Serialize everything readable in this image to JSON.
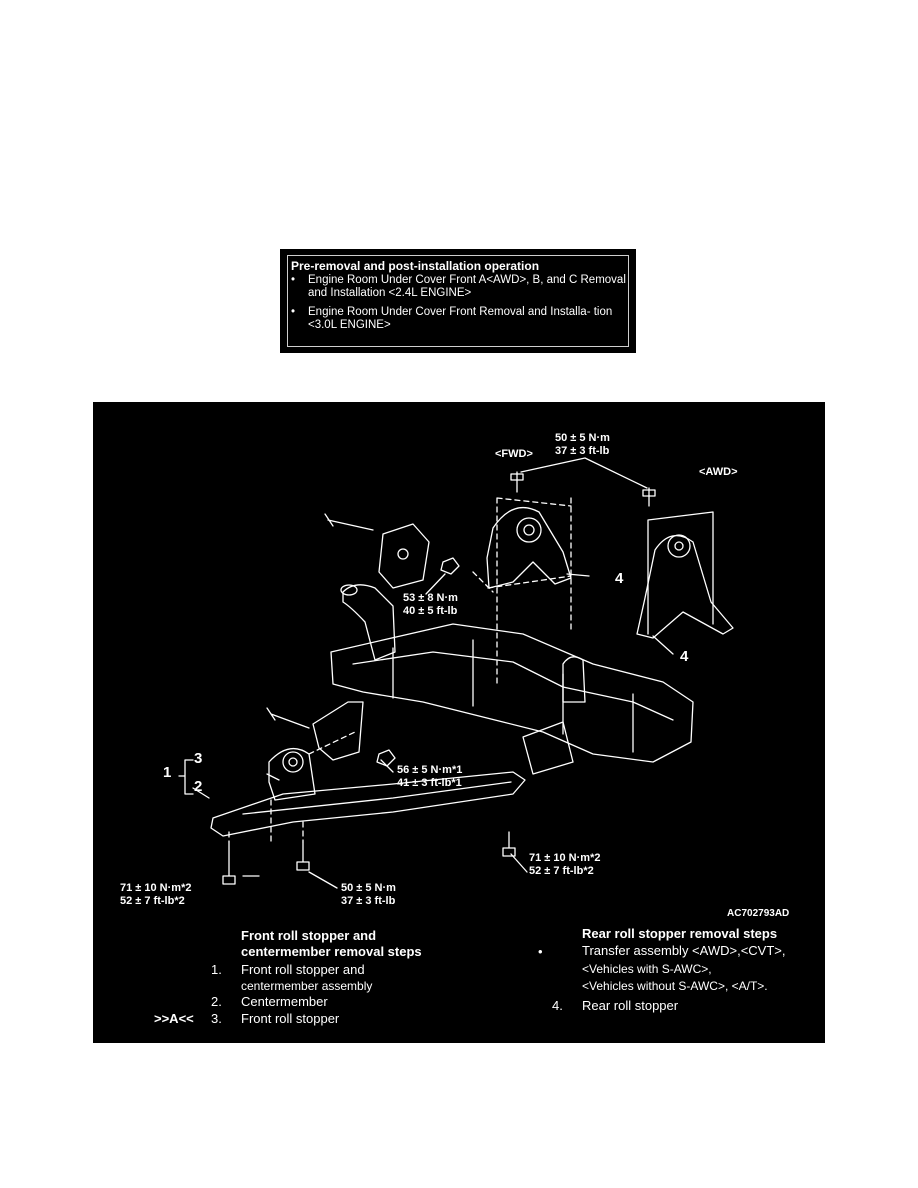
{
  "pre_box": {
    "title": "Pre-removal and post-installation operation",
    "bullet_symbol": "•",
    "items": [
      "Engine Room Under Cover Front A<AWD>, B, and C Removal and Installation <2.4L ENGINE>",
      "Engine Room Under Cover Front Removal and Installa- tion <3.0L ENGINE>"
    ]
  },
  "diagram": {
    "fwd_label": "<FWD>",
    "awd_label": "<AWD>",
    "torque_top_nm": "50 ± 5 N·m",
    "torque_top_ftlb": "37 ± 3 ft-lb",
    "torque_mid_nm": "53 ± 8 N·m",
    "torque_mid_ftlb": "40 ± 5 ft-lb",
    "torque_front_nm": "56 ± 5 N·m*1",
    "torque_front_ftlb": "41 ± 3 ft-lb*1",
    "torque_right_nm": "71 ± 10 N·m*2",
    "torque_right_ftlb": "52 ± 7 ft-lb*2",
    "torque_left_nm": "71 ± 10 N·m*2",
    "torque_left_ftlb": "52 ± 7 ft-lb*2",
    "torque_bottom_nm": "50 ± 5 N·m",
    "torque_bottom_ftlb": "37 ± 3 ft-lb",
    "callout_1": "1",
    "callout_2": "2",
    "callout_3": "3",
    "callout_4a": "4",
    "callout_4b": "4",
    "figure_code": "AC702793AD"
  },
  "front_steps": {
    "heading_line1": "Front roll stopper and",
    "heading_line2": "centermember removal steps",
    "steps": [
      {
        "marker": "",
        "num": "1.",
        "line1": "Front roll stopper and",
        "line2": "centermember assembly"
      },
      {
        "marker": "",
        "num": "2.",
        "line1": "Centermember",
        "line2": ""
      },
      {
        "marker": ">>A<<",
        "num": "3.",
        "line1": "Front roll stopper",
        "line2": ""
      }
    ]
  },
  "rear_steps": {
    "heading": "Rear roll stopper removal steps",
    "bullet_symbol": "•",
    "bullet_lines": [
      "Transfer assembly <AWD>,<CVT>,",
      "<Vehicles with S-AWC>,",
      "<Vehicles without S-AWC>, <A/T>."
    ],
    "step_num": "4.",
    "step_text": "Rear roll stopper"
  }
}
